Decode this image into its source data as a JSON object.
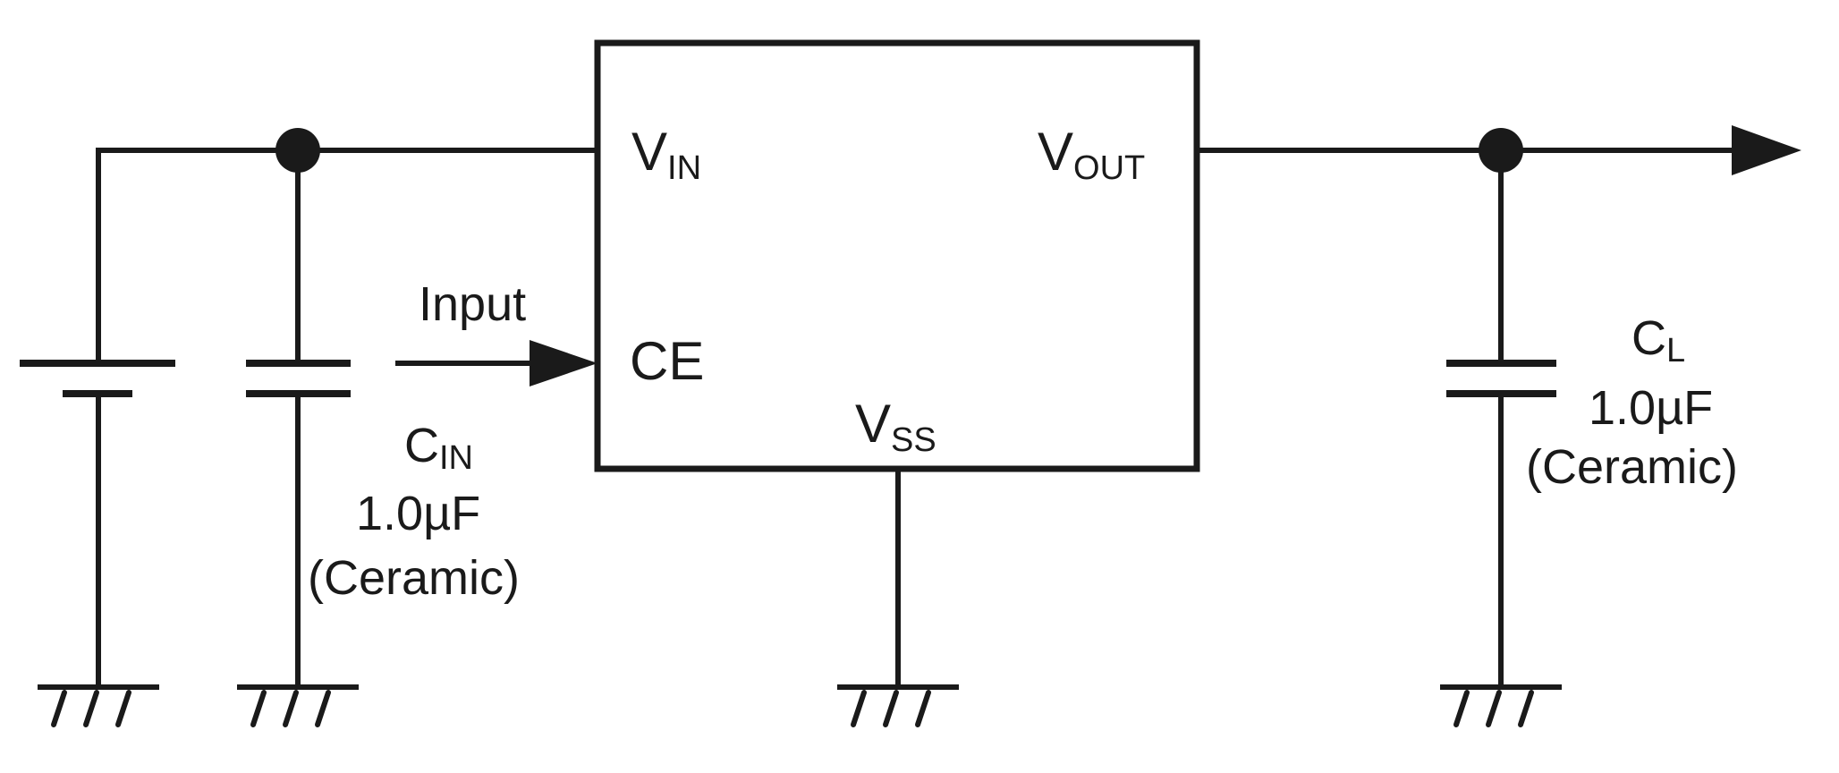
{
  "regulator": {
    "pins": {
      "vin": {
        "main": "V",
        "sub": "IN"
      },
      "vout": {
        "main": "V",
        "sub": "OUT"
      },
      "ce": "CE",
      "vss": {
        "main": "V",
        "sub": "SS"
      }
    }
  },
  "input_signal": {
    "label": "Input"
  },
  "cin": {
    "name": {
      "main": "C",
      "sub": "IN"
    },
    "value": "1.0µF",
    "type": "(Ceramic)"
  },
  "cl": {
    "name": {
      "main": "C",
      "sub": "L"
    },
    "value": "1.0µF",
    "type": "(Ceramic)"
  }
}
